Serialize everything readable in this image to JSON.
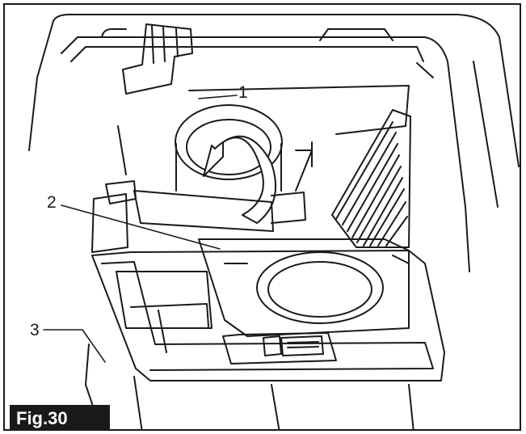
{
  "figure": {
    "label": "Fig.30",
    "callouts": [
      {
        "id": "1",
        "text": "1"
      },
      {
        "id": "2",
        "text": "2"
      },
      {
        "id": "3",
        "text": "3"
      }
    ]
  },
  "colors": {
    "line": "#1a1a1a",
    "background": "#ffffff",
    "label_bg": "#1a1a1a",
    "label_text": "#ffffff"
  }
}
